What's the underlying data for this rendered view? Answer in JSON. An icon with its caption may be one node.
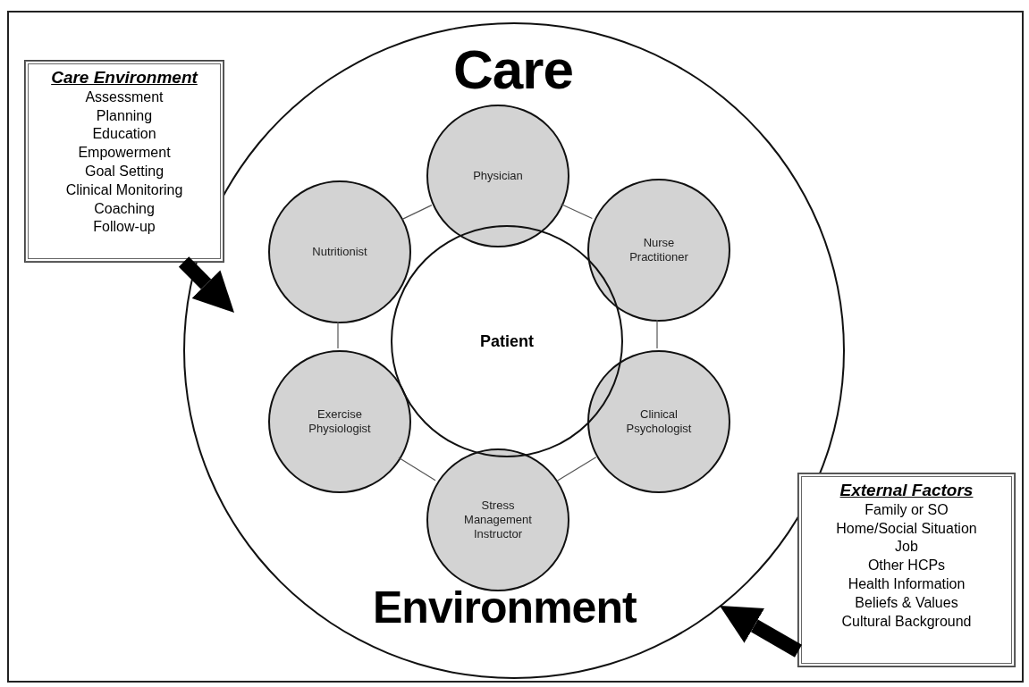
{
  "diagram": {
    "nodes": [
      {
        "text": [
          "Care",
          "Environment"
        ]
      },
      {
        "text": [
          "Patient"
        ],
        "in": 0
      },
      {
        "text": [
          "Physician"
        ],
        "in": 0
      },
      {
        "text": [
          "Nurse Practitioner"
        ],
        "in": 0
      },
      {
        "text": [
          "Clinical Psychologist"
        ],
        "in": 0
      },
      {
        "text": [
          "Stress Management Instructor"
        ],
        "in": 0
      },
      {
        "text": [
          "Exercise Physiologist"
        ],
        "in": 0
      },
      {
        "text": [
          "Nutritionist"
        ],
        "in": 0
      },
      {
        "text": [
          "Care Environment",
          "Assessment",
          "Planning",
          "Education",
          "Empowerment",
          "Goal Setting",
          "Clinical Monitoring",
          "Coaching",
          "Follow-up"
        ]
      },
      {
        "text": [
          "External Factors",
          "Family or SO",
          "Home/Social Situation",
          "Job",
          "Other HCPs",
          "Health Information",
          "Beliefs & Values",
          "Cultural Background"
        ]
      }
    ],
    "edges": [
      {
        "from": 2,
        "to": 3,
        "arrow": "none"
      },
      {
        "from": 3,
        "to": 4,
        "arrow": "none"
      },
      {
        "from": 4,
        "to": 5,
        "arrow": "none"
      },
      {
        "from": 5,
        "to": 6,
        "arrow": "none"
      },
      {
        "from": 6,
        "to": 7,
        "arrow": "none"
      },
      {
        "from": 7,
        "to": 2,
        "arrow": "none"
      },
      {
        "from": 8,
        "to": 0,
        "arrow": "to",
        "style": "thick"
      },
      {
        "from": 9,
        "to": 0,
        "arrow": "to",
        "style": "thick"
      }
    ]
  }
}
